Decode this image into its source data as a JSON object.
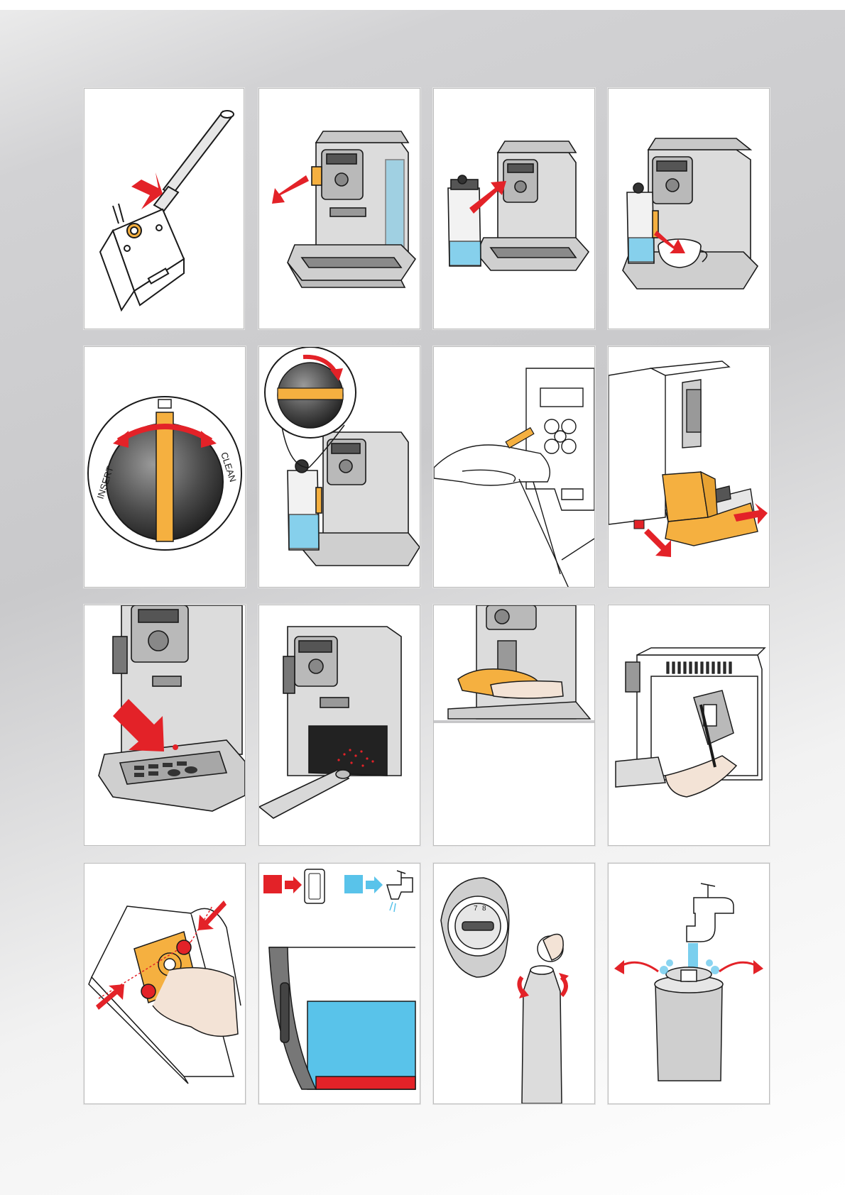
{
  "colors": {
    "accent_red": "#e32228",
    "accent_orange": "#f5b040",
    "water_blue": "#59c3ea",
    "machine_gray": "#d9d9d9",
    "outline": "#1a1a1a"
  },
  "knob": {
    "insert_label": "INSERT",
    "clean_label": "CLEAN"
  },
  "filter_dial": {
    "digits": [
      "7",
      "8"
    ]
  },
  "panels": [
    {
      "id": "p1",
      "icon": "tube-into-connector-icon"
    },
    {
      "id": "p2",
      "icon": "remove-milk-connector-icon"
    },
    {
      "id": "p3",
      "icon": "attach-milk-carafe-icon"
    },
    {
      "id": "p4",
      "icon": "dispense-milk-cup-icon"
    },
    {
      "id": "p5",
      "icon": "selector-knob-icon"
    },
    {
      "id": "p6",
      "icon": "knob-clean-position-icon"
    },
    {
      "id": "p7",
      "icon": "wipe-nozzle-cloth-icon"
    },
    {
      "id": "p8",
      "icon": "remove-drip-tray-icon"
    },
    {
      "id": "p9",
      "icon": "press-control-panel-icon"
    },
    {
      "id": "p10",
      "icon": "vacuum-coffee-grounds-icon"
    },
    {
      "id": "p11",
      "icon": "clean-spout-icon"
    },
    {
      "id": "p12",
      "icon": "brewing-unit-brush-icon"
    },
    {
      "id": "p13",
      "icon": "brewing-unit-release-icon"
    },
    {
      "id": "p14",
      "icon": "water-tank-level-icon"
    },
    {
      "id": "p15",
      "icon": "filter-date-dial-icon"
    },
    {
      "id": "p16",
      "icon": "rinse-filter-tap-icon"
    }
  ]
}
